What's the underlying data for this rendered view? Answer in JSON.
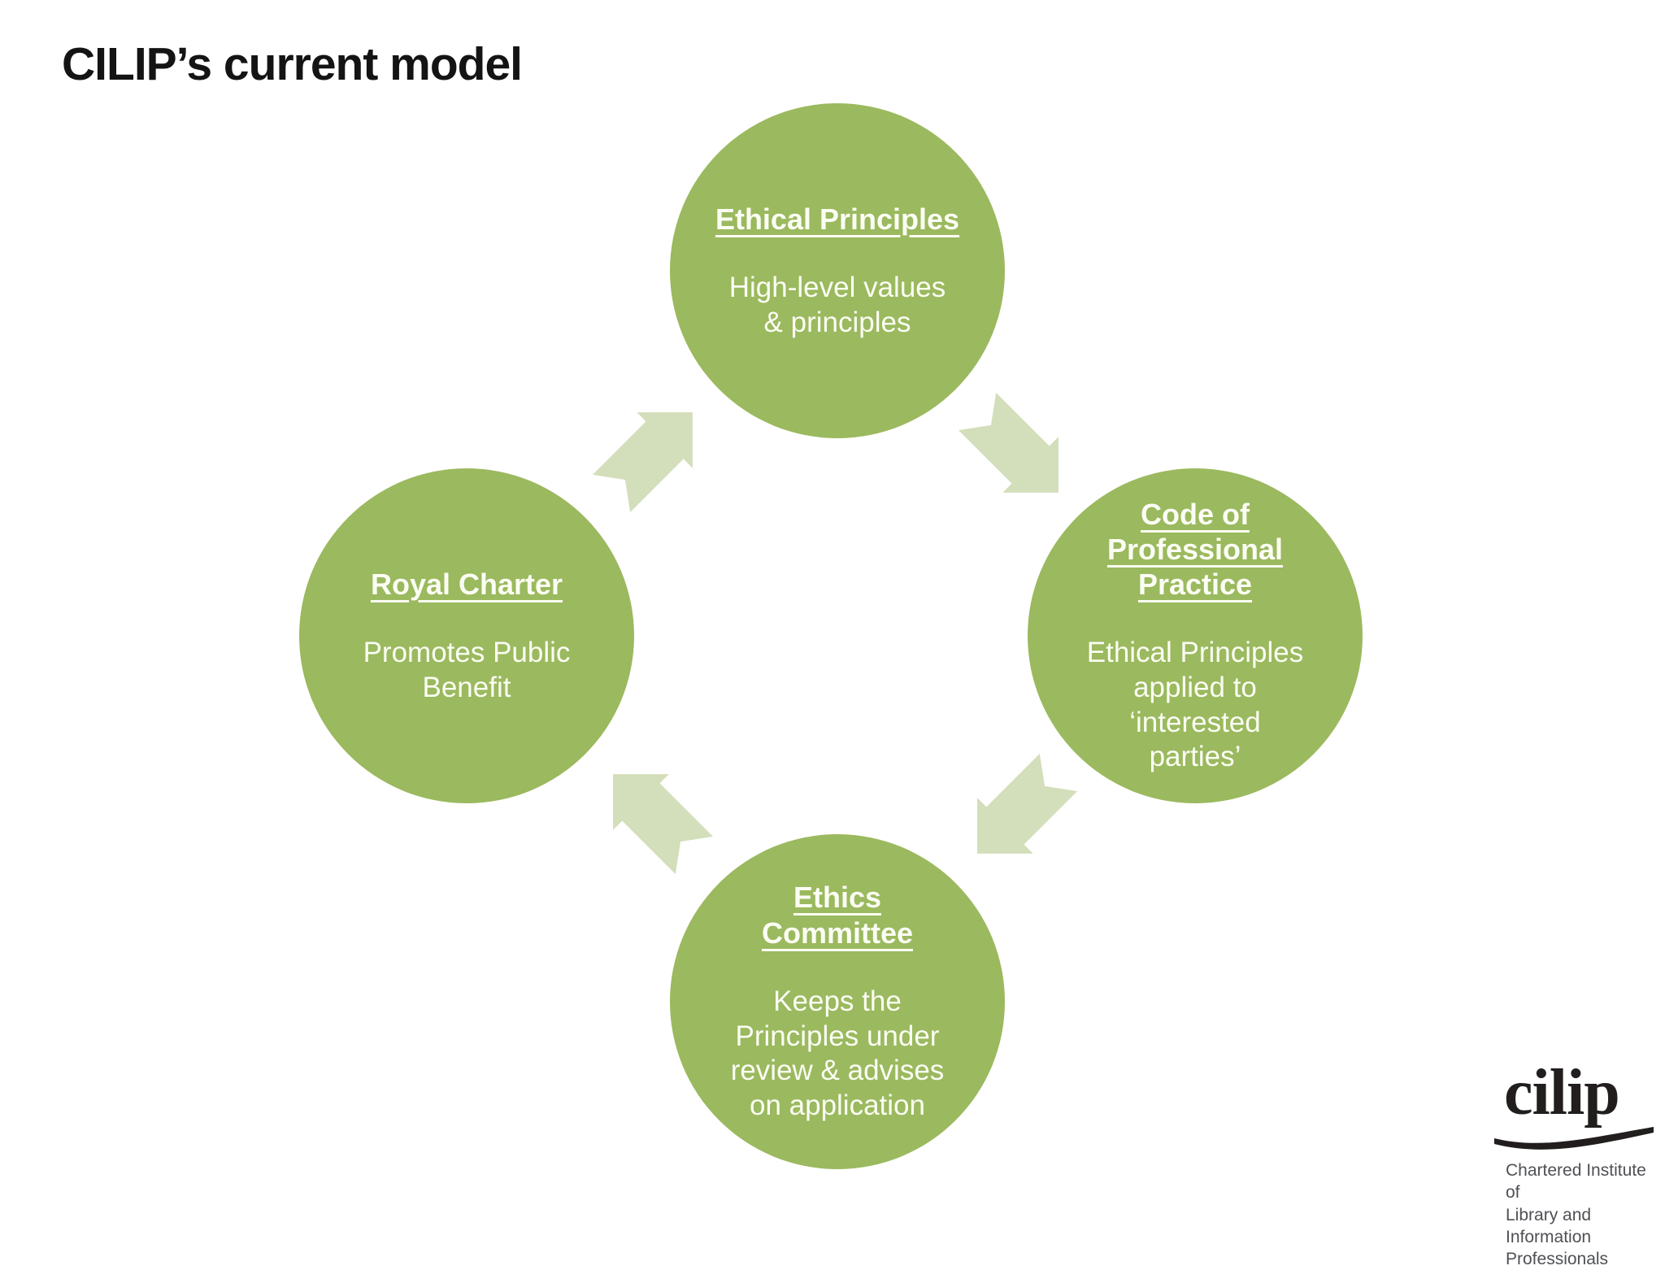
{
  "slide": {
    "title": "CILIP’s current model"
  },
  "diagram": {
    "type": "cycle",
    "direction": "clockwise",
    "colors": {
      "circle_fill": "#9bb95e",
      "arrow_fill": "#d3deba",
      "circle_text": "#fbfdf4",
      "title_text": "#141414"
    },
    "nodes": [
      {
        "id": "ethical-principles",
        "heading": [
          "Ethical Principles"
        ],
        "body": [
          "High-level values",
          "& principles"
        ]
      },
      {
        "id": "code-of-professional-practice",
        "heading": [
          "Code of",
          "Professional",
          "Practice"
        ],
        "body": [
          "Ethical Principles",
          "applied to",
          "‘interested",
          "parties’"
        ]
      },
      {
        "id": "ethics-committee",
        "heading": [
          "Ethics",
          "Committee"
        ],
        "body": [
          "Keeps the",
          "Principles under",
          "review & advises",
          "on application"
        ]
      },
      {
        "id": "royal-charter",
        "heading": [
          "Royal Charter"
        ],
        "body": [
          "Promotes Public",
          "Benefit"
        ]
      }
    ]
  },
  "footer_logo": {
    "wordmark": "cilip",
    "tagline": [
      "Chartered Institute of",
      "Library and Information",
      "Professionals"
    ]
  }
}
